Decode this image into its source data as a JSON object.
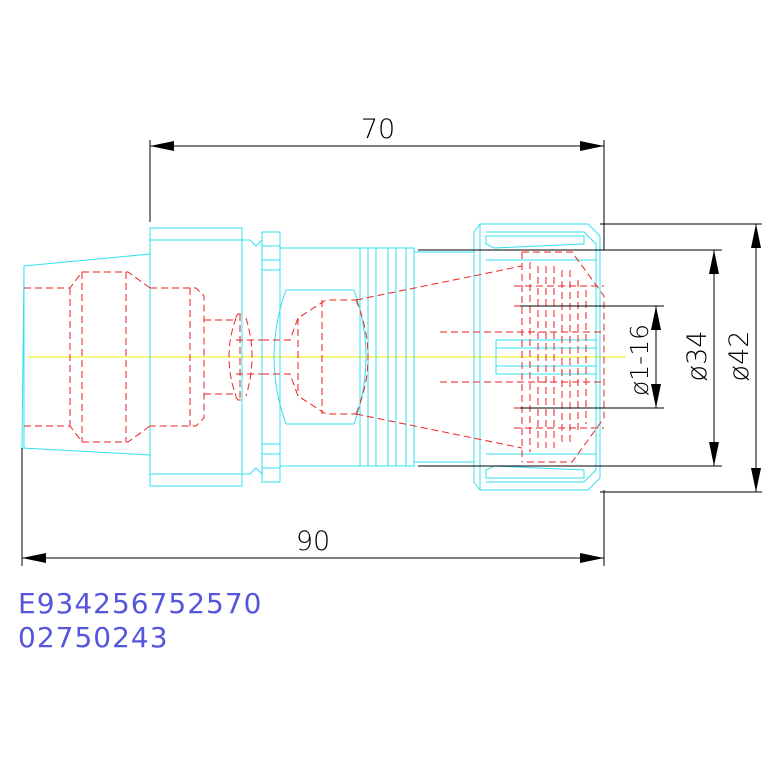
{
  "drawing": {
    "dimensions": {
      "top_length": "70",
      "total_length": "90",
      "bore_range": "ø1-16",
      "nut_diameter": "ø34",
      "flange_diameter": "ø42"
    },
    "part_code_line1": "E934256752570",
    "part_code_line2": "02750243",
    "colors": {
      "outline": "#33e0ee",
      "hidden": "#ee2222",
      "centerline": "#eeee00",
      "dimension": "#000000",
      "code_text": "#5555dd",
      "background": "#ffffff"
    }
  }
}
